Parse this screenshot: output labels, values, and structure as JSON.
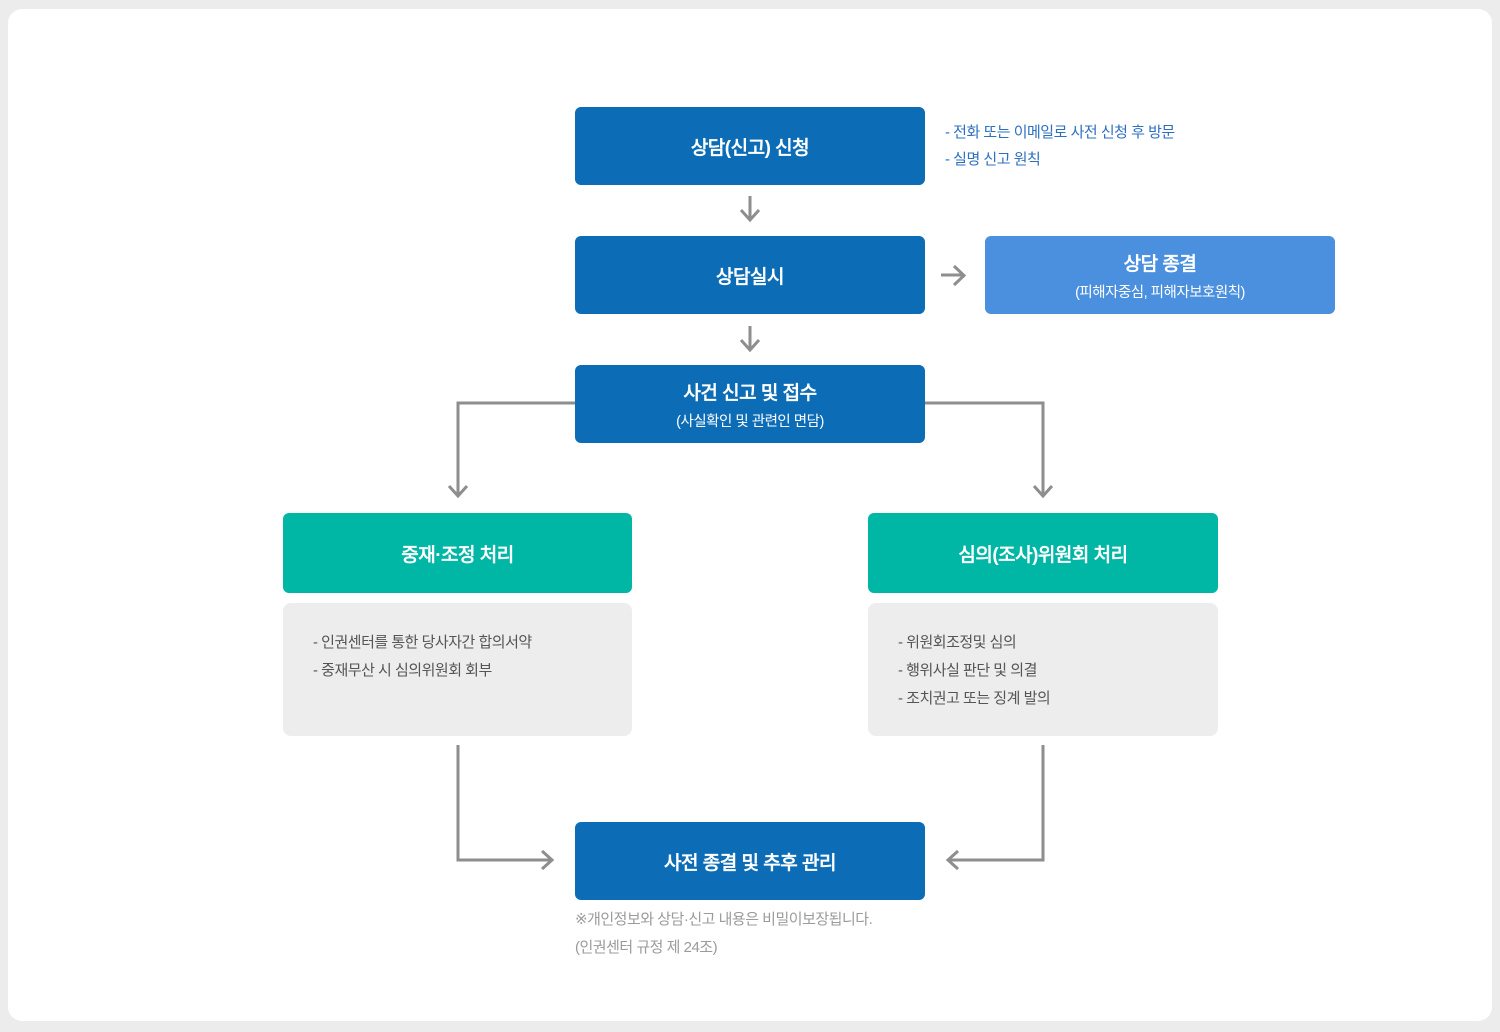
{
  "colors": {
    "primary_blue": "#0c6cb6",
    "light_blue": "#4a90de",
    "teal": "#00b7a6",
    "panel_gray": "#ededed",
    "connector_gray": "#8e8e8e",
    "note_blue": "#2e6fc0",
    "footnote_gray": "#9b9b9b",
    "panel_text": "#555555"
  },
  "flow": {
    "step1": {
      "title": "상담(신고) 신청",
      "notes": [
        "- 전화 또는 이메일로 사전 신청 후 방문",
        "- 실명 신고 원칙"
      ]
    },
    "step2": {
      "title": "상담실시"
    },
    "consult_close": {
      "title": "상담 종결",
      "subtitle": "(피해자중심, 피해자보호원칙)"
    },
    "step3": {
      "title": "사건 신고 및 접수",
      "subtitle": "(사실확인 및 관련인 면담)"
    },
    "branch_left": {
      "title": "중재·조정 처리",
      "details": [
        "- 인권센터를 통한 당사자간 합의서약",
        "- 중재무산 시 심의위원회 회부"
      ]
    },
    "branch_right": {
      "title": "심의(조사)위원회 처리",
      "details": [
        "- 위원회조정및 심의",
        "- 행위사실 판단 및 의결",
        "- 조치권고 또는 징계 발의"
      ]
    },
    "final": {
      "title": "사전 종결 및 추후 관리"
    },
    "footnote": [
      "※개인정보와 상담·신고 내용은 비밀이보장됩니다.",
      "(인권센터 규정 제 24조)"
    ]
  }
}
